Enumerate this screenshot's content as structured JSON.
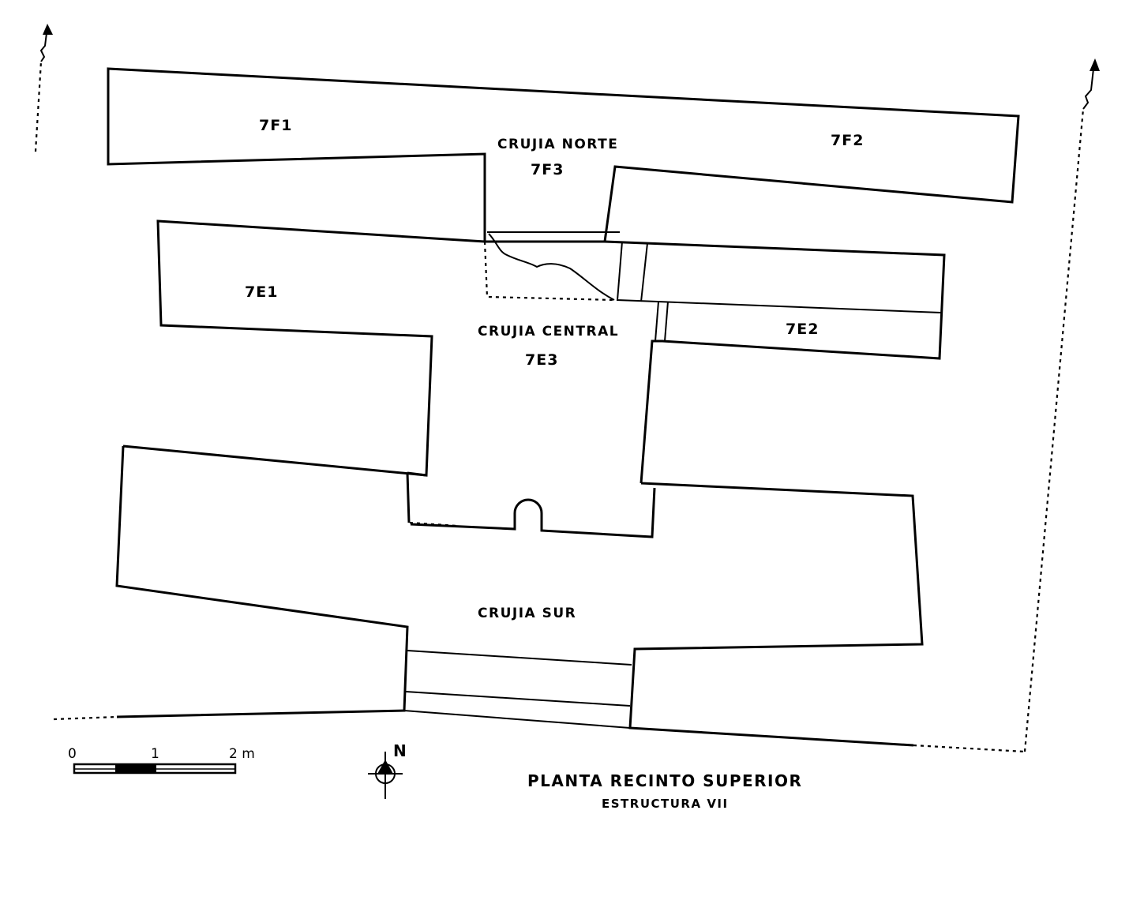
{
  "drawing": {
    "title": "PLANTA RECINTO SUPERIOR",
    "subtitle": "ESTRUCTURA VII"
  },
  "rooms": {
    "f1": "7F1",
    "f2": "7F2",
    "f3": "7F3",
    "e1": "7E1",
    "e2": "7E2",
    "e3": "7E3"
  },
  "sections": {
    "norte": "CRUJIA NORTE",
    "central": "CRUJIA CENTRAL",
    "sur": "CRUJIA SUR"
  },
  "scale_bar": {
    "tick_0": "0",
    "tick_1": "1",
    "tick_2": "2 m"
  },
  "north_arrow": {
    "label": "N"
  }
}
